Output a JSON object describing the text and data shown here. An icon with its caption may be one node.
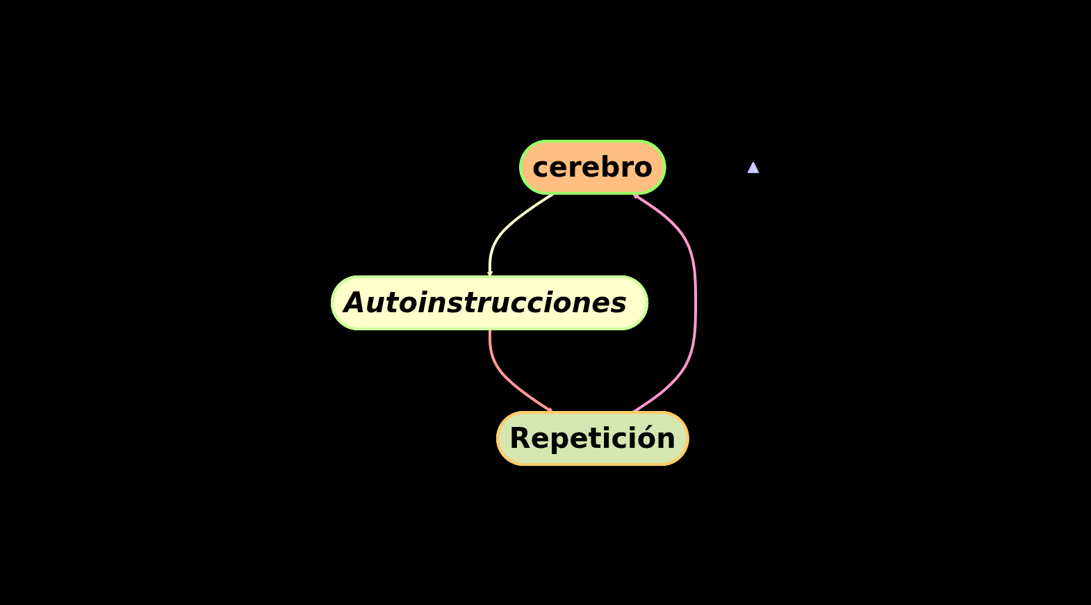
{
  "diagram": {
    "nodes": [
      {
        "text": [
          "cerebro"
        ]
      },
      {
        "text": [
          "Autoinstrucciones"
        ]
      },
      {
        "text": [
          "Repetición"
        ]
      },
      {
        "text": [],
        "shape": "triangle"
      }
    ],
    "edges": [
      {
        "from": 0,
        "to": 1,
        "arrow": "to",
        "color": "#ffffcc"
      },
      {
        "from": 1,
        "to": 2,
        "arrow": "to",
        "color": "#ff9999"
      },
      {
        "from": 2,
        "to": 0,
        "arrow": "to",
        "color": "#ff99cc"
      }
    ]
  }
}
